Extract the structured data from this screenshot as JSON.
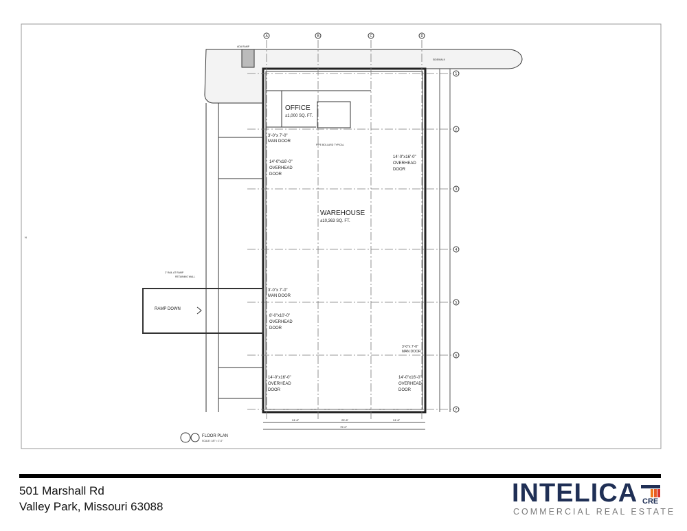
{
  "plan": {
    "office_label": "OFFICE",
    "office_area": "±1,000 SQ. FT.",
    "warehouse_label": "WAREHOUSE",
    "warehouse_area": "±10,363 SQ. FT.",
    "man_door_1": "3'-0\"x 7'-0\"",
    "man_door_label": "MAN DOOR",
    "oh_door_14": "14'-0\"x16'-0\"",
    "oh_door_8": "8'-0\"x10'-0\"",
    "overhead": "OVERHEAD",
    "door": "DOOR",
    "ramp": "RAMP DOWN",
    "rail_note": "2' RAIL AT RAMP",
    "retaining": "RETAINING WALL",
    "floor_plan": "FLOOR PLAN",
    "scale": "SCALE: 1/8\" = 1'-0\"",
    "pipe_bollard": "PIPE BOLLARD TYPICAL",
    "ada_ramp": "ADA RAMP",
    "sidewalk": "SIDEWALK",
    "north": "N",
    "col_grid": [
      "A",
      "B",
      "C",
      "D"
    ],
    "row_grid": [
      "1",
      "2",
      "3",
      "4",
      "5",
      "6",
      "7"
    ],
    "dims_bottom": [
      "24'-8\"",
      "25'-8\"",
      "24'-8\"",
      "75'-0\""
    ]
  },
  "footer": {
    "address_line1": "501 Marshall Rd",
    "address_line2": "Valley Park, Missouri 63088"
  },
  "logo": {
    "name": "INTELICA",
    "cre": "CRE",
    "tagline": "COMMERCIAL REAL ESTATE",
    "navy": "#1f2f55",
    "orange": "#f07b1f",
    "red": "#d9342b"
  }
}
